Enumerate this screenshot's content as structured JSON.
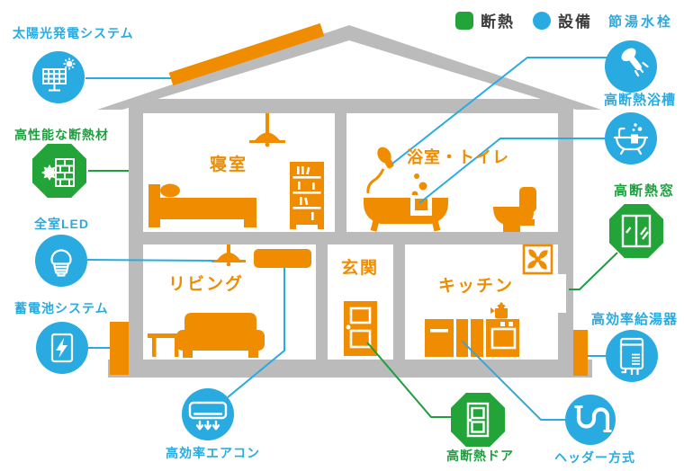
{
  "legend": {
    "items": [
      {
        "label": "断熱",
        "type": "insulation",
        "color": "#22A438",
        "shape": "square"
      },
      {
        "label": "設備",
        "type": "equipment",
        "color": "#29ABE2",
        "shape": "circle"
      }
    ]
  },
  "rooms": {
    "bedroom": "寝室",
    "bathroom": "浴室・トイレ",
    "living": "リビング",
    "entrance": "玄関",
    "kitchen": "キッチン"
  },
  "features": {
    "solar": {
      "label": "太陽光発電システム",
      "category": "設備",
      "icon": "solar-panel-icon"
    },
    "insulation": {
      "label": "高性能な断熱材",
      "category": "断熱",
      "icon": "brick-wall-icon"
    },
    "led": {
      "label": "全室LED",
      "category": "設備",
      "icon": "led-bulb-icon"
    },
    "battery": {
      "label": "蓄電池システム",
      "category": "設備",
      "icon": "battery-icon"
    },
    "faucet": {
      "label": "節湯水栓",
      "category": "設備",
      "icon": "shower-head-icon"
    },
    "bathtub": {
      "label": "高断熱浴槽",
      "category": "設備",
      "icon": "bathtub-icon"
    },
    "window": {
      "label": "高断熱窓",
      "category": "断熱",
      "icon": "double-window-icon"
    },
    "heater": {
      "label": "高効率給湯器",
      "category": "設備",
      "icon": "water-heater-icon"
    },
    "aircon": {
      "label": "高効率エアコン",
      "category": "設備",
      "icon": "air-conditioner-icon"
    },
    "door": {
      "label": "高断熱ドア",
      "category": "断熱",
      "icon": "door-icon"
    },
    "header": {
      "label": "ヘッダー方式",
      "category": "設備",
      "icon": "pipe-header-icon"
    }
  },
  "colors": {
    "orange": "#F08C00",
    "gray": "#BBBBBC",
    "equipment_blue": "#29ABE2",
    "insulation_green": "#22A438",
    "legend_text": "#3B3B3B"
  }
}
